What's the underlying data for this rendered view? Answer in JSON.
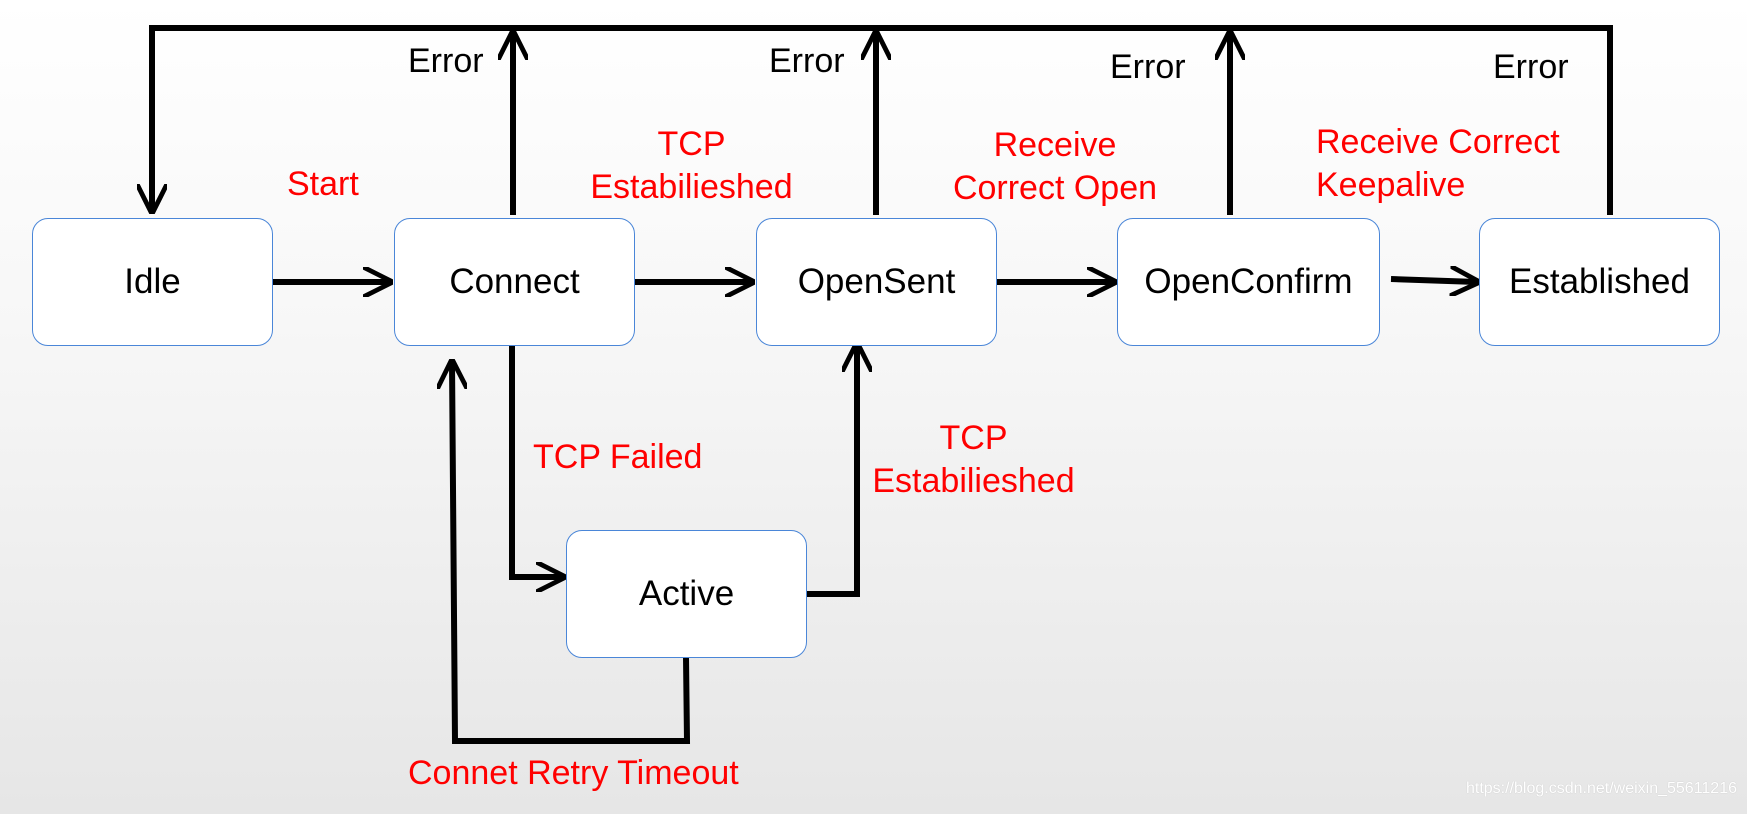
{
  "states": {
    "idle": "Idle",
    "connect": "Connect",
    "opensent": "OpenSent",
    "openconfirm": "OpenConfirm",
    "established": "Established",
    "active": "Active"
  },
  "labels": {
    "error_connect": "Error",
    "error_opensent": "Error",
    "error_openconfirm": "Error",
    "error_established": "Error",
    "start": "Start",
    "tcp_established_1": [
      "TCP",
      "Estabilieshed"
    ],
    "receive_open": [
      "Receive",
      "Correct Open"
    ],
    "receive_keepalive": [
      "Receive Correct",
      "Keepalive"
    ],
    "tcp_failed": "TCP Failed",
    "tcp_established_2": [
      "TCP",
      "Estabilieshed"
    ],
    "retry_timeout": "Connet Retry Timeout"
  },
  "watermark": "https://blog.csdn.net/weixin_55611216",
  "colors": {
    "box_border": "#4a86d8",
    "arrow": "#000000",
    "event_text": "#ff0000",
    "error_text": "#000000"
  }
}
